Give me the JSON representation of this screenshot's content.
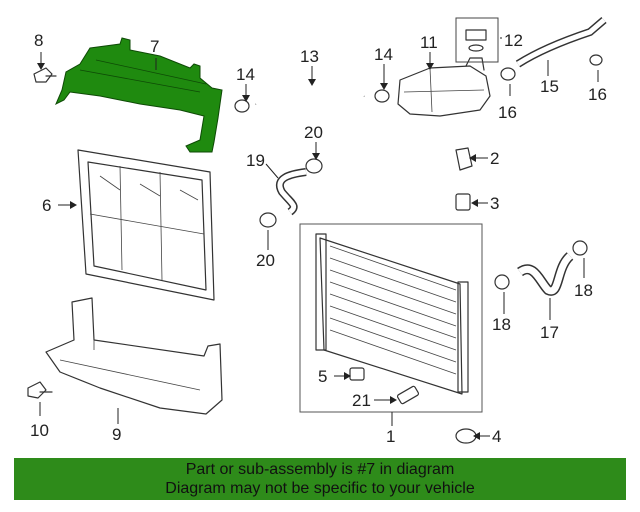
{
  "callouts": [
    {
      "id": "p1",
      "label": "1"
    },
    {
      "id": "p2",
      "label": "2"
    },
    {
      "id": "p3",
      "label": "3"
    },
    {
      "id": "p4",
      "label": "4"
    },
    {
      "id": "p5",
      "label": "5"
    },
    {
      "id": "p6",
      "label": "6"
    },
    {
      "id": "p7",
      "label": "7"
    },
    {
      "id": "p8",
      "label": "8"
    },
    {
      "id": "p9",
      "label": "9"
    },
    {
      "id": "p10",
      "label": "10"
    },
    {
      "id": "p11",
      "label": "11"
    },
    {
      "id": "p12",
      "label": "12"
    },
    {
      "id": "p13",
      "label": "13"
    },
    {
      "id": "p14a",
      "label": "14"
    },
    {
      "id": "p14b",
      "label": "14"
    },
    {
      "id": "p15",
      "label": "15"
    },
    {
      "id": "p16a",
      "label": "16"
    },
    {
      "id": "p16b",
      "label": "16"
    },
    {
      "id": "p17",
      "label": "17"
    },
    {
      "id": "p18a",
      "label": "18"
    },
    {
      "id": "p18b",
      "label": "18"
    },
    {
      "id": "p19",
      "label": "19"
    },
    {
      "id": "p20a",
      "label": "20"
    },
    {
      "id": "p20b",
      "label": "20"
    },
    {
      "id": "p21",
      "label": "21"
    }
  ],
  "highlight": {
    "part": "7",
    "color": "#1f8a0f"
  },
  "banner": {
    "line1": "Part or sub-assembly is #7 in diagram",
    "line2": "Diagram may not be specific to your vehicle",
    "color": "#2e8b1a"
  }
}
